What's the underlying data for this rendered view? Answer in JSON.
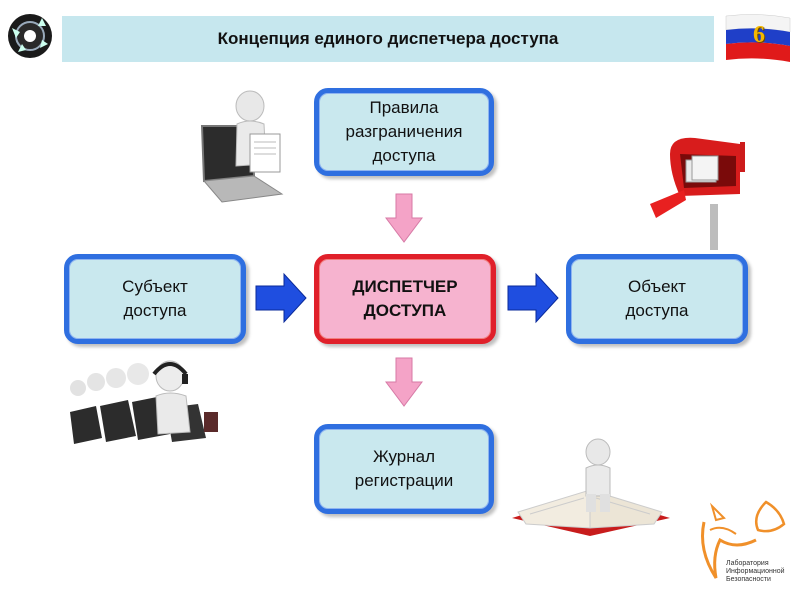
{
  "header": {
    "title": "Концепция единого диспетчера доступа",
    "slide_number": "6"
  },
  "diagram": {
    "rules_box": [
      "Правила",
      "разграничения",
      "доступа"
    ],
    "subject_box": [
      "Субъект",
      "доступа"
    ],
    "dispatcher_box": [
      "ДИСПЕТЧЕР",
      "ДОСТУПА"
    ],
    "object_box": [
      "Объект",
      "доступа"
    ],
    "journal_box": [
      "Журнал",
      "регистрации"
    ]
  },
  "branding": {
    "lab_name": [
      "Лаборатория",
      "Информационной",
      "Безопасности"
    ]
  },
  "colors": {
    "box_border": "#2f6fe0",
    "box_fill": "#c9e8ee",
    "central_border": "#e0202a",
    "central_fill": "#f6b3cf",
    "blue_arrow": "#1f4ee0",
    "pink_arrow": "#f4a3c7",
    "accent_orange": "#f0902a"
  },
  "icons": [
    "gear-logo-icon",
    "russia-flag-icon",
    "person-laptop-icon",
    "mailbox-icon",
    "call-center-icon",
    "person-book-icon",
    "fox-logo-icon"
  ]
}
